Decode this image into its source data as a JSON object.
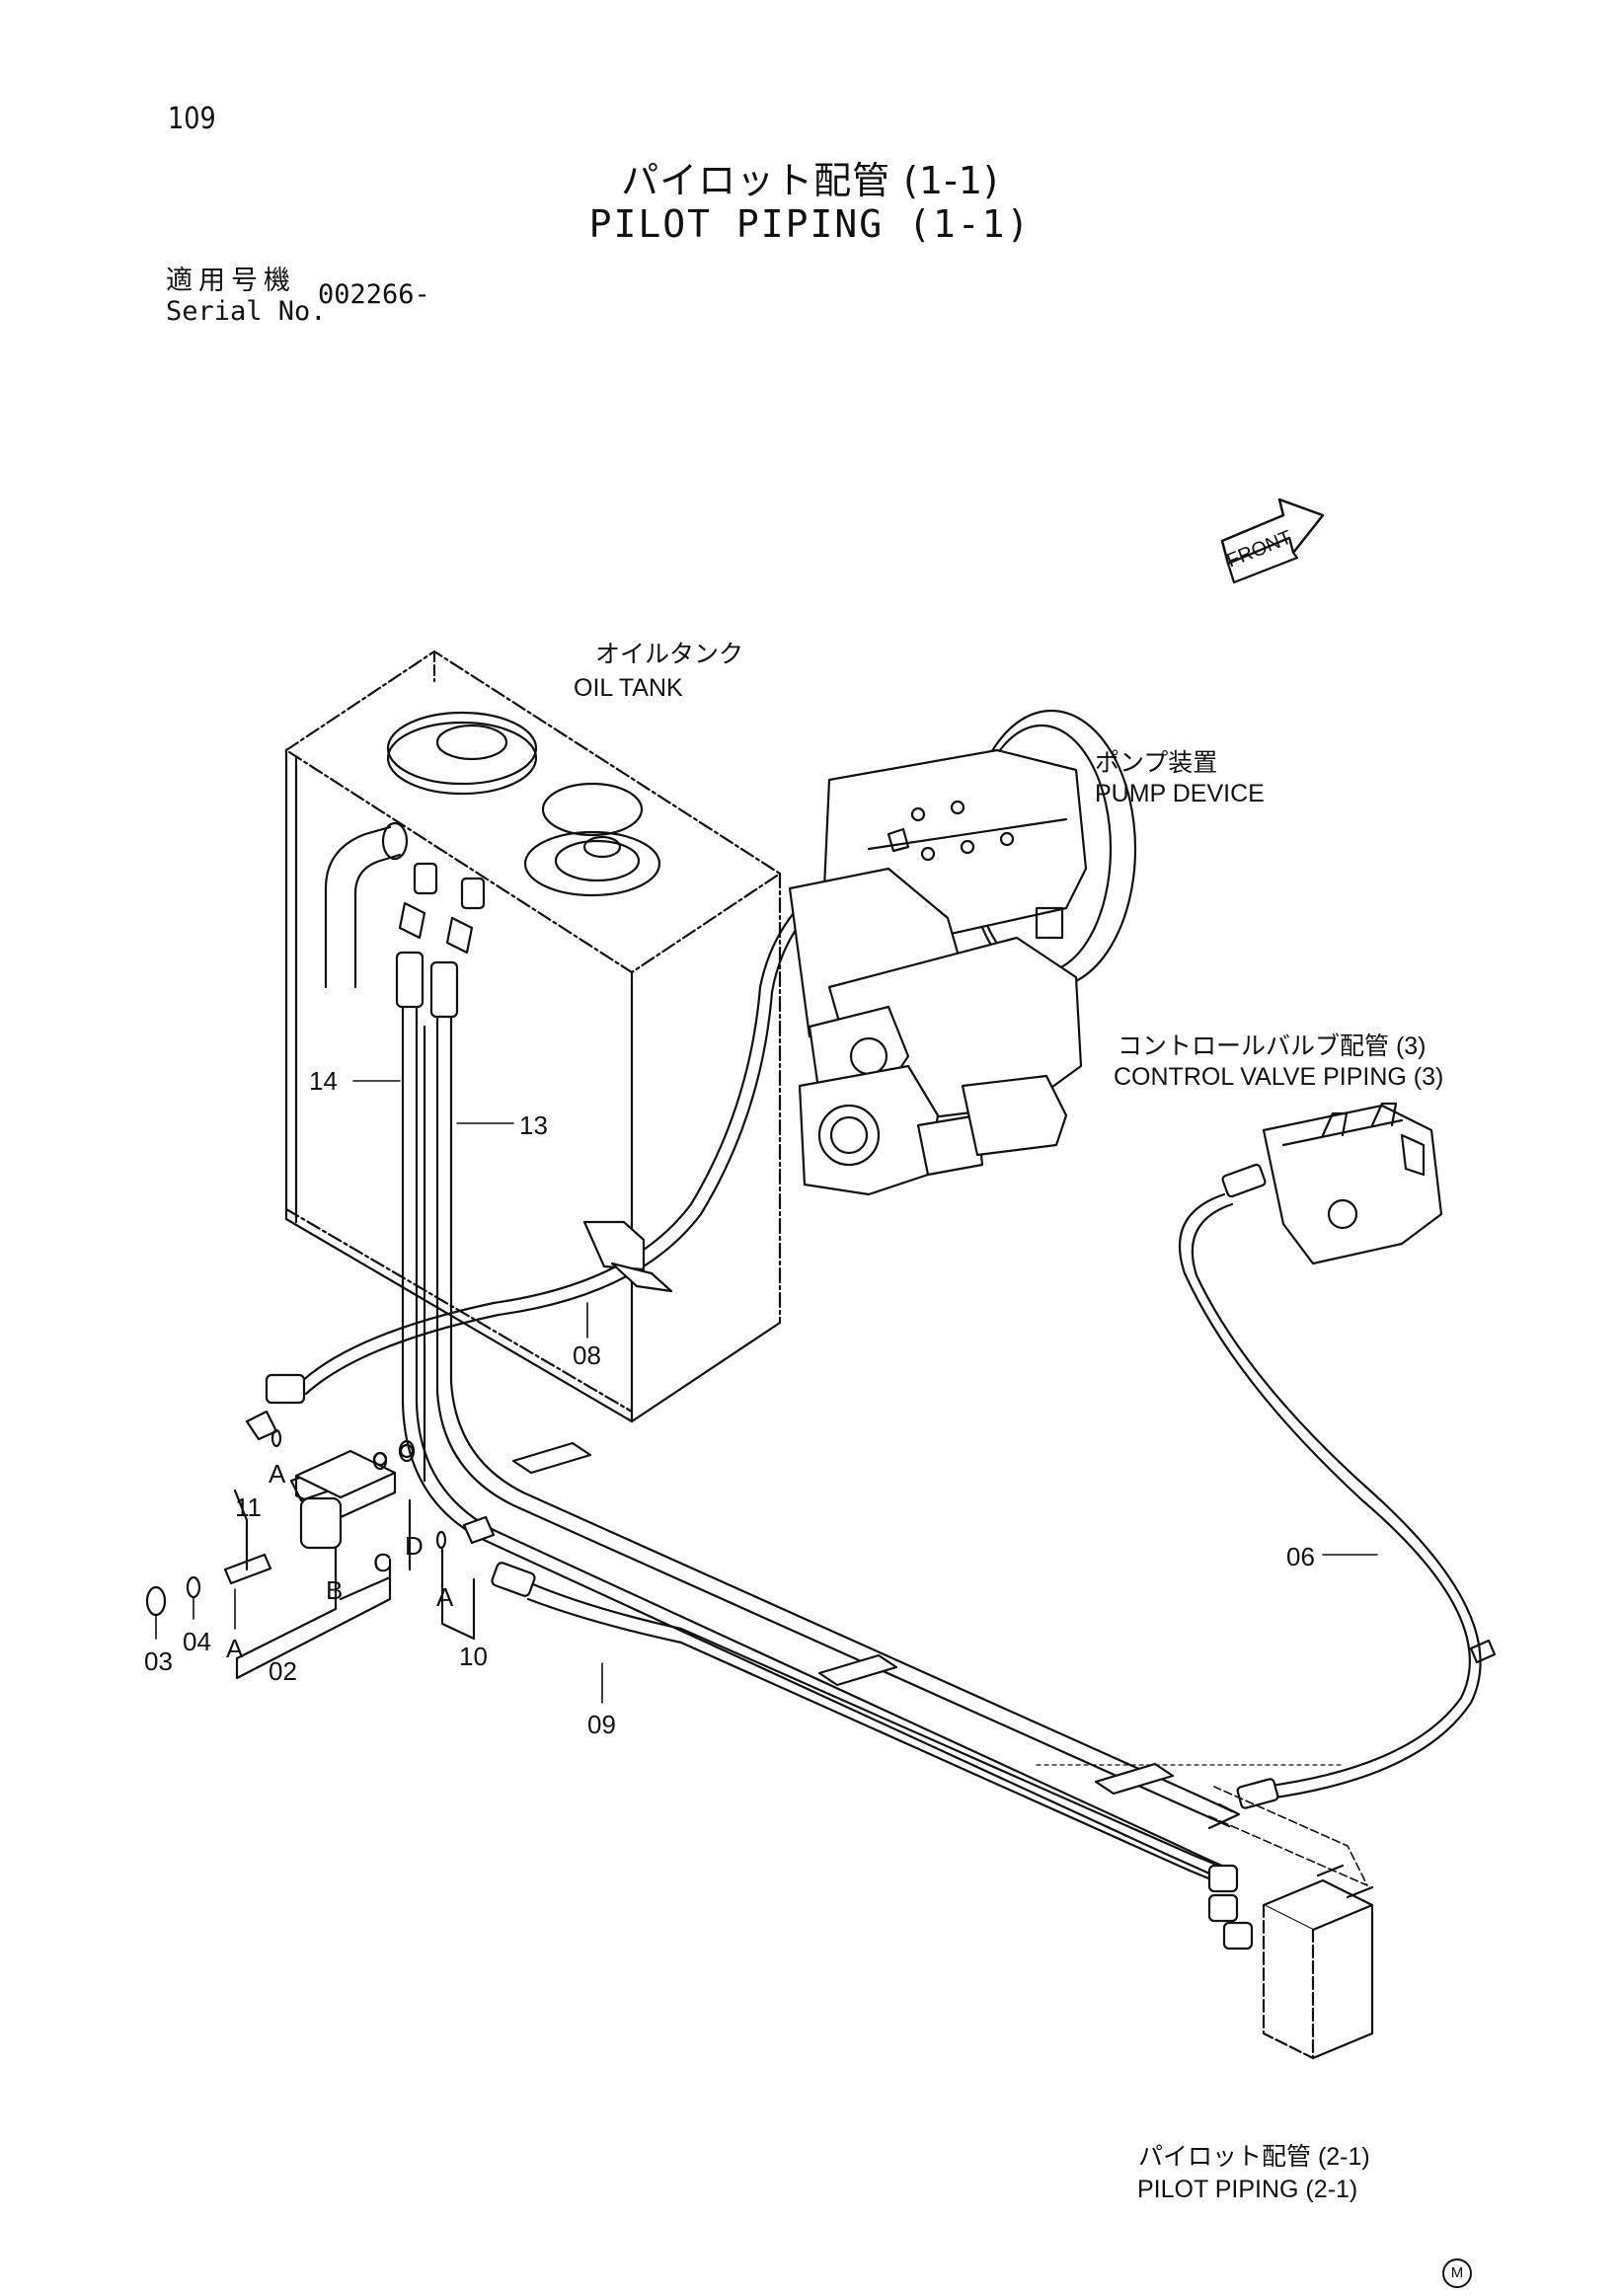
{
  "header": {
    "page_number": "109",
    "title_ja": "パイロット配管 (1-1)",
    "title_en": "PILOT PIPING (1-1)",
    "serial_label_ja": "適用号機",
    "serial_label_en": "Serial No.",
    "serial_value": "002266-"
  },
  "labels": {
    "front": "FRONT",
    "oil_tank_ja": "オイルタンク",
    "oil_tank_en": "OIL TANK",
    "pump_device_ja": "ポンプ装置",
    "pump_device_en": "PUMP DEVICE",
    "control_valve_ja": "コントロールバルブ配管 (3)",
    "control_valve_en": "CONTROL VALVE PIPING (3)",
    "pilot_piping_ja": "パイロット配管 (2-1)",
    "pilot_piping_en": "PILOT PIPING (2-1)"
  },
  "parts": {
    "p14": "14",
    "p13": "13",
    "p08": "08",
    "p06": "06",
    "p09": "09",
    "p11": "11",
    "p03": "03",
    "p04": "04",
    "p02": "02",
    "p10": "10",
    "A1": "A",
    "A2": "A",
    "A3": "A",
    "B": "B",
    "C": "C",
    "D": "D"
  },
  "footer": {
    "mark": "M"
  }
}
